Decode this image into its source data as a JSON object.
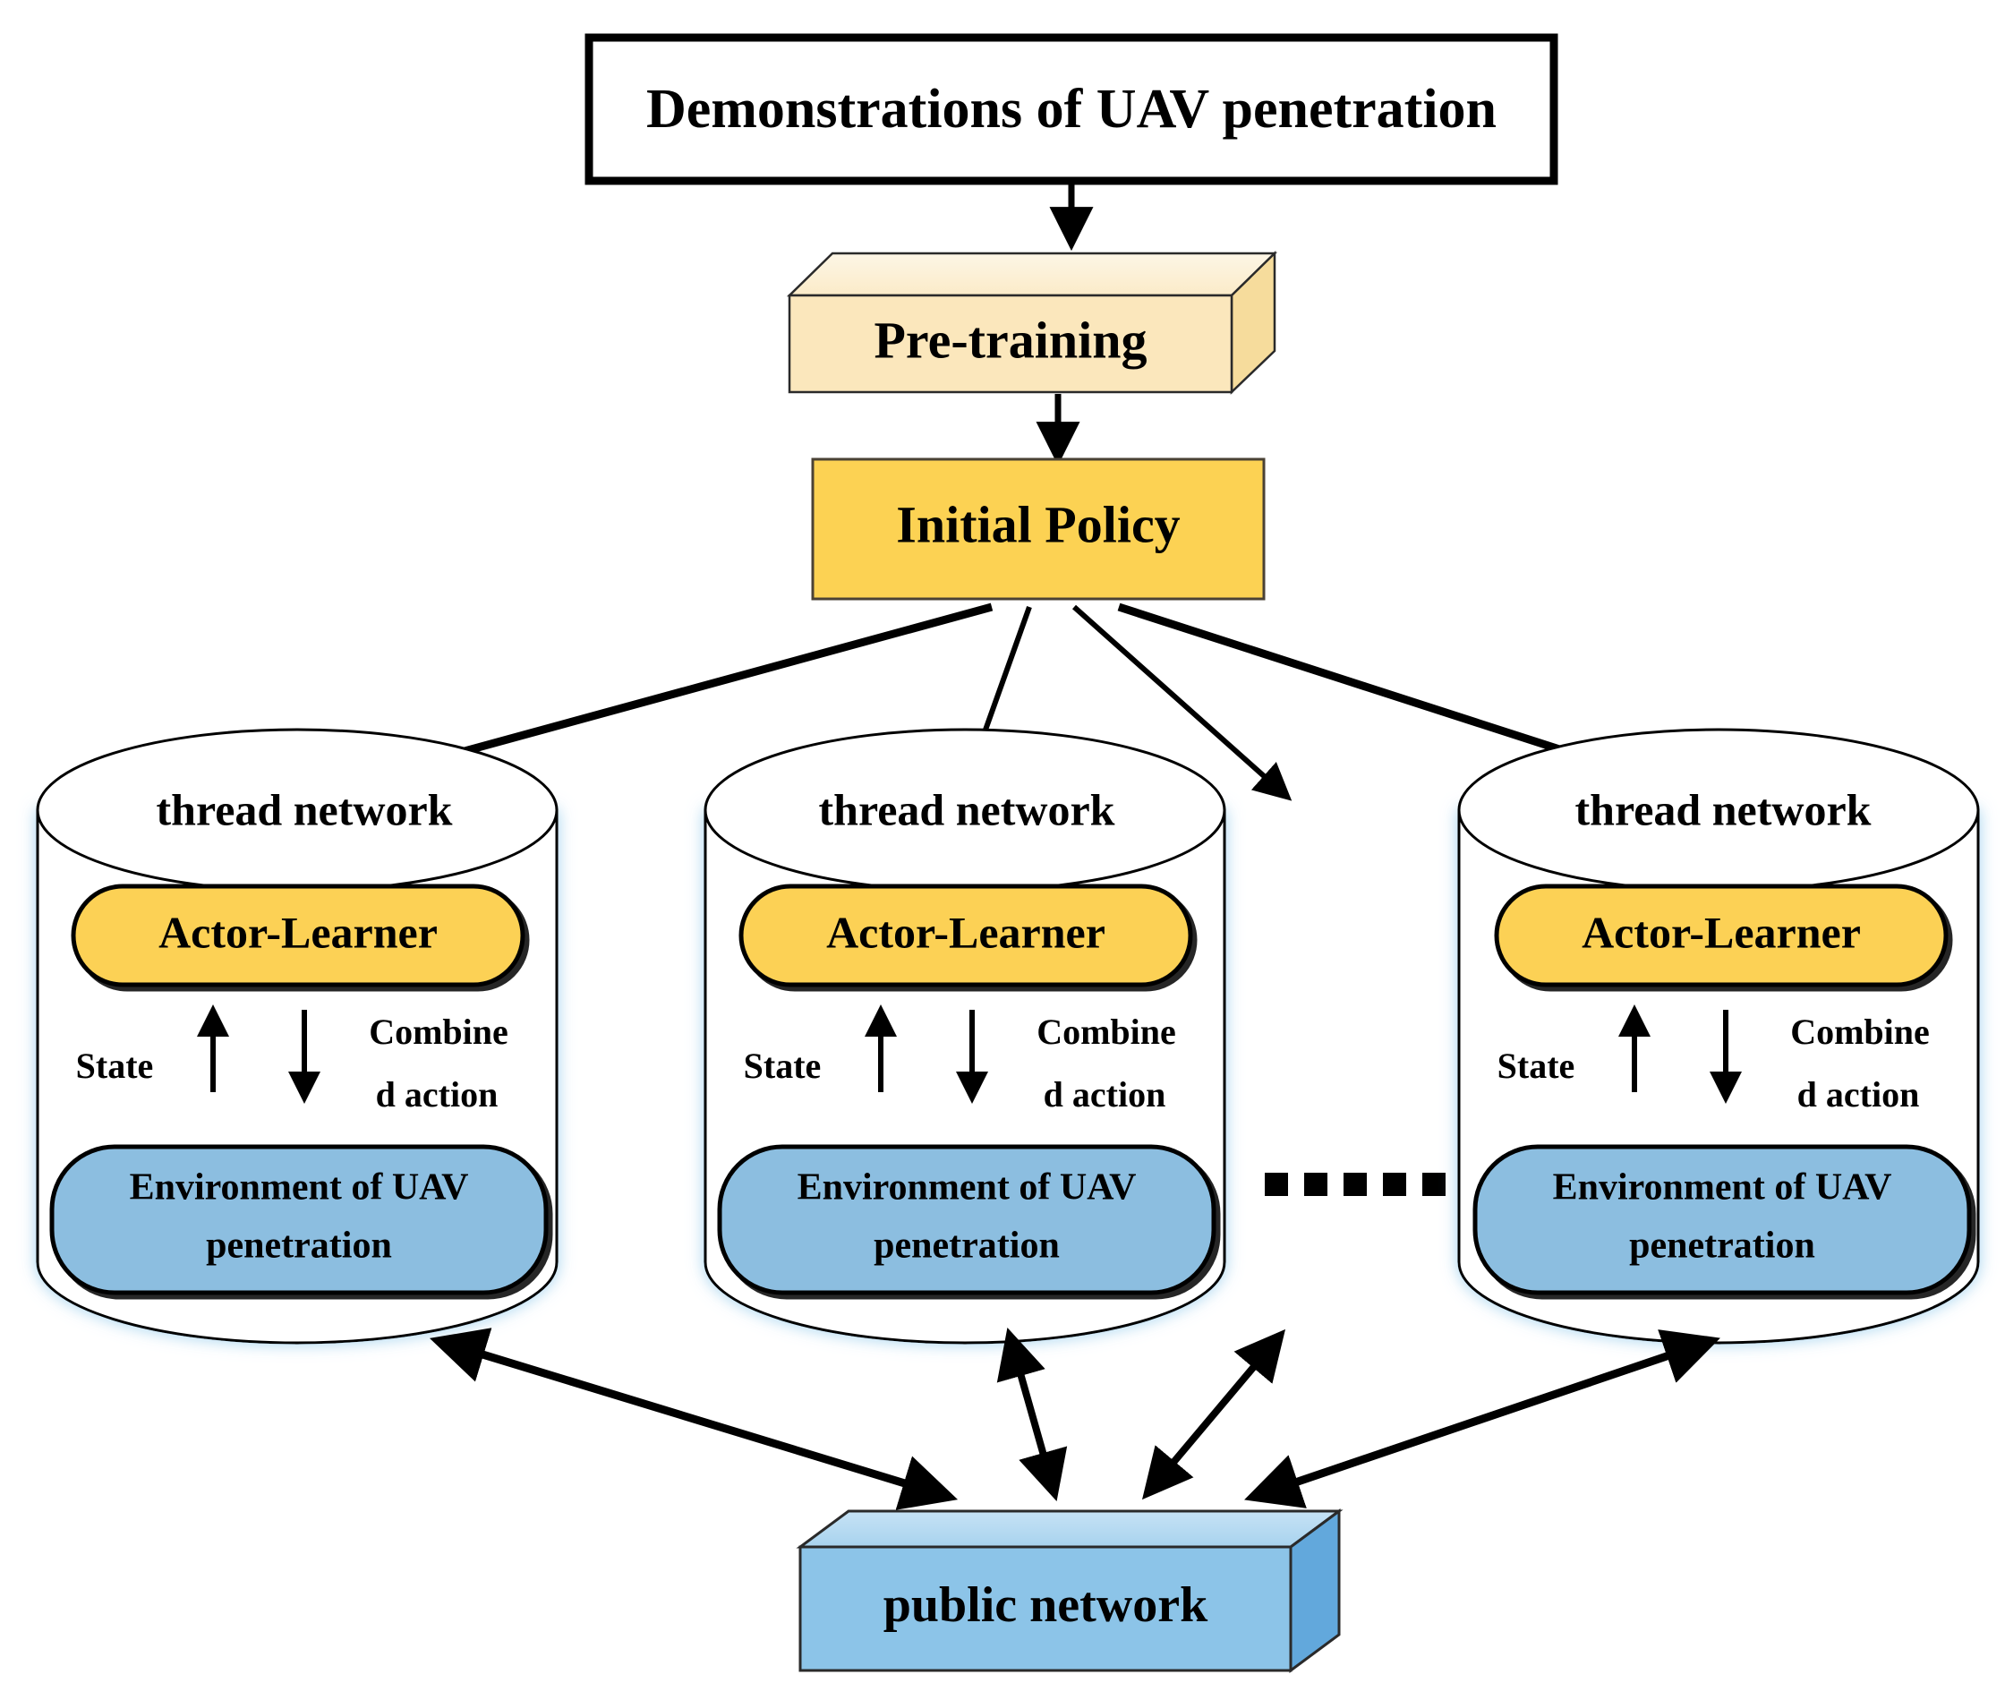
{
  "diagram": {
    "title_box": {
      "label": "Demonstrations of UAV penetration"
    },
    "pretraining_box": {
      "label": "Pre-training"
    },
    "initial_policy_box": {
      "label": "Initial Policy"
    },
    "public_network_box": {
      "label": "public network"
    },
    "ellipsis": {
      "label": "......",
      "dot_count": 6
    },
    "threads": [
      {
        "id": "thread-1",
        "title": "thread network",
        "actor_learner": "Actor-Learner",
        "environment_line1": "Environment of UAV",
        "environment_line2": "penetration",
        "state_label": "State",
        "action_label_line1": "Combine",
        "action_label_line2": "d action"
      },
      {
        "id": "thread-2",
        "title": "thread network",
        "actor_learner": "Actor-Learner",
        "environment_line1": "Environment of UAV",
        "environment_line2": "penetration",
        "state_label": "State",
        "action_label_line1": "Combine",
        "action_label_line2": "d action"
      },
      {
        "id": "thread-3",
        "title": "thread network",
        "actor_learner": "Actor-Learner",
        "environment_line1": "Environment of UAV",
        "environment_line2": "penetration",
        "state_label": "State",
        "action_label_line1": "Combine",
        "action_label_line2": "d action"
      }
    ],
    "colors": {
      "background": "#ffffff",
      "outline": "#000000",
      "pretraining_front": "#FCE6B8",
      "pretraining_top": "#FDF4E0",
      "pretraining_side": "#F8DC9A",
      "initial_policy_fill": "#FCD253",
      "actor_learner_fill": "#FCD154",
      "environment_fill": "#8CBEE0",
      "public_network_front": "#8CC4E8",
      "public_network_top": "#BEDCF2",
      "public_network_side": "#62A8DC",
      "cylinder_fill": "#ffffff",
      "glow": "#BBDDF5"
    }
  }
}
